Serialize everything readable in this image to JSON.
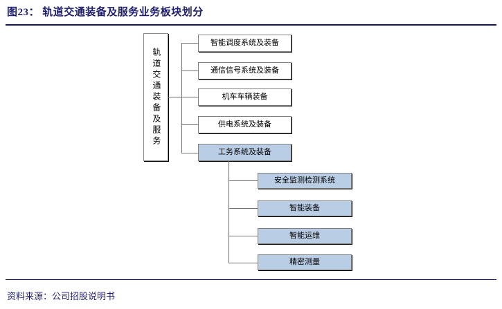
{
  "header": {
    "title": "图23： 轨道交通装备及服务业务板块划分"
  },
  "footer": {
    "source": "资料来源：公司招股说明书"
  },
  "colors": {
    "title_text": "#1f1f6e",
    "rule": "#14145a",
    "highlight_fill": "#b9cde5",
    "box_border": "#808080",
    "connector": "#6f6f6f"
  },
  "diagram": {
    "root": {
      "label": "轨道交通装备及服务"
    },
    "level1": [
      {
        "label": "智能调度系统及装备",
        "highlighted": false
      },
      {
        "label": "通信信号系统及装备",
        "highlighted": false
      },
      {
        "label": "机车车辆装备",
        "highlighted": false
      },
      {
        "label": "供电系统及装备",
        "highlighted": false
      },
      {
        "label": "工务系统及装备",
        "highlighted": true
      }
    ],
    "level2_parent": "工务系统及装备",
    "level2": [
      {
        "label": "安全监测检测系统",
        "highlighted": true
      },
      {
        "label": "智能装备",
        "highlighted": true
      },
      {
        "label": "智能运维",
        "highlighted": true
      },
      {
        "label": "精密测量",
        "highlighted": true
      }
    ]
  }
}
